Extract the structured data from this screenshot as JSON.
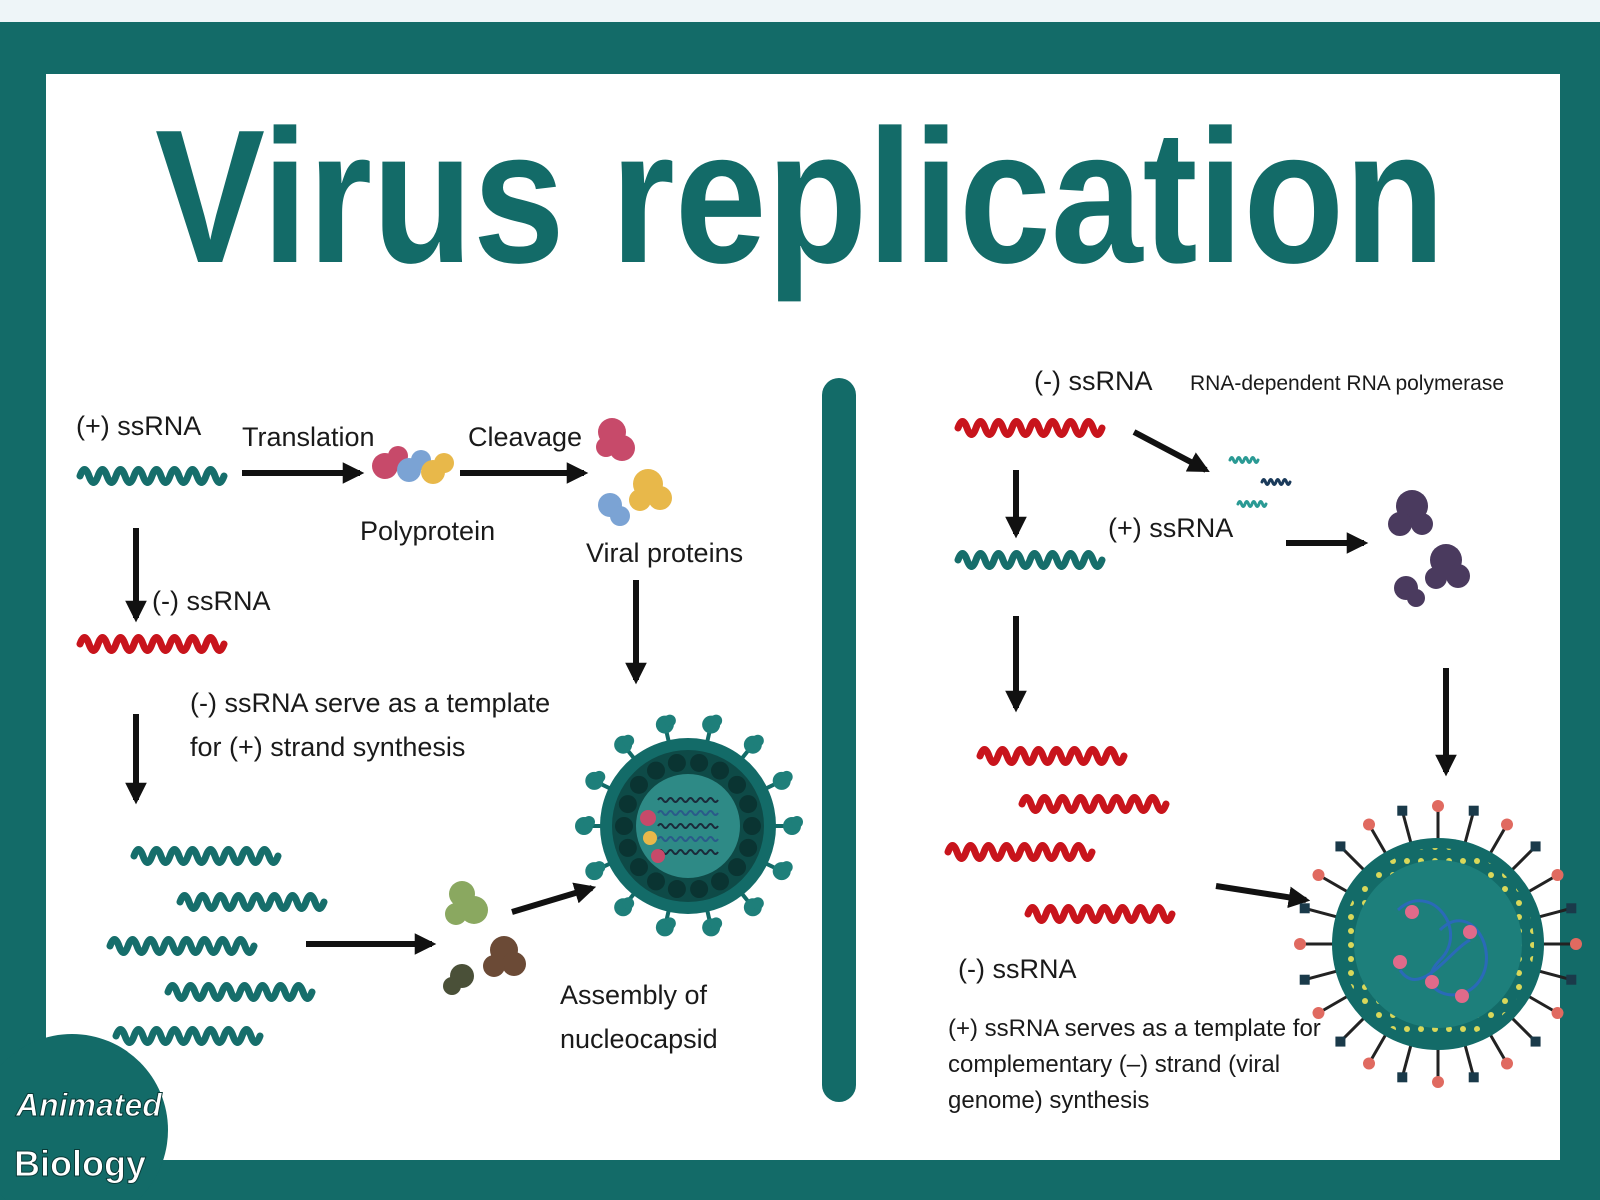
{
  "title": "Virus replication",
  "colors": {
    "frame": "#136b68",
    "title": "#136b68",
    "plus_strand": "#166e6b",
    "minus_strand": "#c8141c",
    "arrow": "#111111",
    "label": "#1a1a1a"
  },
  "left": {
    "plus_ssrna": "(+) ssRNA",
    "translation": "Translation",
    "cleavage": "Cleavage",
    "polyprotein": "Polyprotein",
    "viral_proteins": "Viral proteins",
    "minus_ssrna": "(-) ssRNA",
    "template_line1": "(-) ssRNA serve as a template",
    "template_line2": "for (+) strand synthesis",
    "assembly_line1": "Assembly of",
    "assembly_line2": "nucleocapsid"
  },
  "right": {
    "minus_ssrna": "(-) ssRNA",
    "polymerase": "RNA-dependent  RNA polymerase",
    "plus_ssrna": "(+) ssRNA",
    "minus_ssrna_bottom": "(-) ssRNA",
    "template_line1": "(+) ssRNA serves as a template for",
    "template_line2": "complementary (–) strand (viral",
    "template_line3": "genome) synthesis"
  },
  "logo": {
    "line1": "Animated",
    "line2": "Biology"
  }
}
